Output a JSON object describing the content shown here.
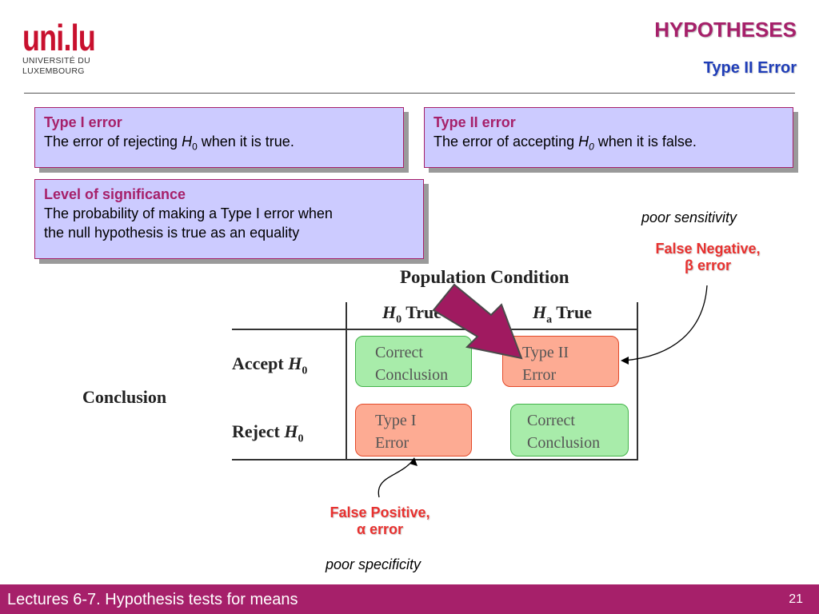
{
  "logo": {
    "mark": "uni.lu",
    "line1": "UNIVERSITÉ DU",
    "line2": "LUXEMBOURG"
  },
  "header": {
    "title": "HYPOTHESES",
    "subtitle": "Type II Error"
  },
  "boxes": {
    "type1": {
      "heading": "Type I error",
      "text_before": "The error of rejecting ",
      "symbol": "H",
      "subscript": "0",
      "text_after": " when it is true."
    },
    "type2": {
      "heading": "Type II error",
      "text_before": "The error of accepting ",
      "symbol": "H",
      "subscript": "0",
      "text_after": " when it is false."
    },
    "significance": {
      "heading": "Level of significance",
      "line1": "The probability of making a Type I error when",
      "line2": "the null hypothesis is true as an equality"
    }
  },
  "annotations": {
    "poor_sensitivity": "poor sensitivity",
    "false_negative_line1": "False Negative,",
    "false_negative_line2": "β error",
    "false_positive_line1": "False Positive,",
    "false_positive_line2": "α error",
    "poor_specificity": "poor specificity"
  },
  "table": {
    "population_condition": "Population Condition",
    "col1": {
      "symbol": "H",
      "subscript": "0",
      "label": " True"
    },
    "col2": {
      "symbol": "H",
      "subscript": "a",
      "label": " True"
    },
    "row1": {
      "label": "Accept ",
      "symbol": "H",
      "subscript": "0"
    },
    "row2": {
      "label": "Reject ",
      "symbol": "H",
      "subscript": "0"
    },
    "conclusion": "Conclusion",
    "cells": {
      "accept_h0true": [
        "Correct",
        "Conclusion"
      ],
      "accept_hatrue": [
        "Type II",
        "Error"
      ],
      "reject_h0true": [
        "Type I",
        "Error"
      ],
      "reject_hatrue": [
        "Correct",
        "Conclusion"
      ]
    }
  },
  "colors": {
    "brand": "#a6206a",
    "accent_blue": "#1f3db8",
    "box_fill": "#cccbff",
    "red_text": "#e8312f",
    "cell_green": "#a8ecaa",
    "cell_red": "#fdab93"
  },
  "footer": {
    "text": "Lectures 6-7. Hypothesis tests for means",
    "page": "21"
  }
}
